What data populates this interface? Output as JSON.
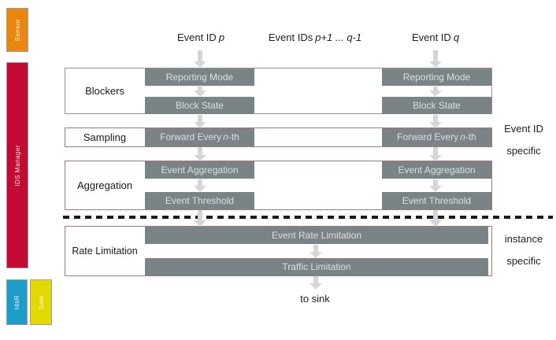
{
  "sidebar": {
    "sensor": {
      "label": "Sensor",
      "color": "#E8860D"
    },
    "ids_manager": {
      "label": "IDS Manager",
      "color": "#C30A33"
    },
    "idsr": {
      "label": "IdsR",
      "color": "#1E9CC8"
    },
    "sam": {
      "label": "Sam",
      "color": "#E3D800"
    }
  },
  "headers": {
    "left": {
      "prefix": "Event ID",
      "var": "p"
    },
    "middle": {
      "prefix": "Event IDs",
      "var": "p+1 ... q-1"
    },
    "right": {
      "prefix": "Event ID",
      "var": "q"
    }
  },
  "stages": {
    "blockers": {
      "label": "Blockers",
      "boxes": [
        "Reporting Mode",
        "Block State"
      ]
    },
    "sampling": {
      "label": "Sampling",
      "box": {
        "prefix": "Forward Every",
        "var": "n",
        "suffix": "-th"
      }
    },
    "aggregation": {
      "label": "Aggregation",
      "boxes": [
        "Event Aggregation",
        "Event Threshold"
      ]
    },
    "rate_limitation": {
      "label": "Rate Limitation",
      "boxes": [
        "Event Rate Limitation",
        "Traffic Limitation"
      ]
    }
  },
  "annotations": {
    "event_id_specific": {
      "line1": "Event ID",
      "line2": "specific"
    },
    "instance_specific": {
      "line1": "instance",
      "line2": "specific"
    },
    "sink_label": "to sink"
  },
  "colors": {
    "process_box": "#7A8487",
    "process_text": "#DCDFE0",
    "arrow": "#D3D7DA",
    "stage_border": "#A5797B",
    "blockers_border": "#8F8F8F",
    "dashed_line": "#1A1A1A",
    "sensor_bar": "#E8860D",
    "ids_manager_bar": "#C30A33",
    "idsr_bar": "#1E9CC8",
    "sam_bar": "#E3D800"
  }
}
